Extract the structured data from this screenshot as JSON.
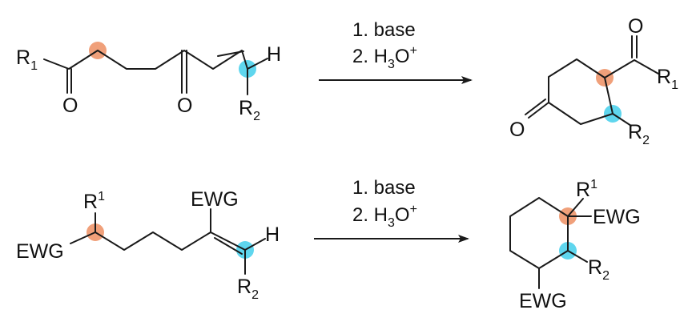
{
  "colors": {
    "bond": "#1a1a1a",
    "text": "#111111",
    "marker_orange": "#f0a07a",
    "marker_cyan": "#5fd6ee"
  },
  "top_reaction": {
    "reactant": {
      "r1": {
        "main": "R",
        "sub": "1"
      },
      "r2": {
        "main": "R",
        "sub": "2"
      },
      "h": "H",
      "o_ketone_left": "O",
      "o_ketone_right": "O"
    },
    "conditions": {
      "step1": "1. base",
      "step2_prefix": "2. H",
      "step2_sub": "3",
      "step2_o": "O",
      "step2_sup": "+"
    },
    "product": {
      "o_acyl": "O",
      "r1": {
        "main": "R",
        "sub": "1"
      },
      "o_ring": "O",
      "r2": {
        "main": "R",
        "sub": "2"
      }
    }
  },
  "bottom_reaction": {
    "reactant": {
      "r1": {
        "main": "R",
        "sup": "1"
      },
      "ewg_left": "EWG",
      "ewg_top": "EWG",
      "h": "H",
      "r2": {
        "main": "R",
        "sub": "2"
      }
    },
    "conditions": {
      "step1": "1. base",
      "step2_prefix": "2. H",
      "step2_sub": "3",
      "step2_o": "O",
      "step2_sup": "+"
    },
    "product": {
      "r1": {
        "main": "R",
        "sup": "1"
      },
      "ewg_right": "EWG",
      "r2": {
        "main": "R",
        "sub": "2"
      },
      "ewg_bottom": "EWG"
    }
  }
}
